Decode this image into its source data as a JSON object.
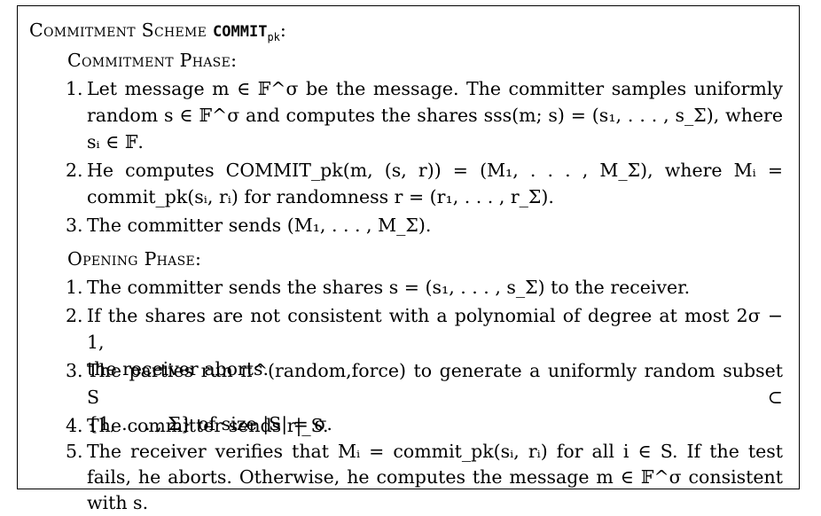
{
  "title": {
    "prefix": "Commitment Scheme ",
    "name": "COMMIT",
    "sub": "pk",
    "suffix": ":"
  },
  "commitment_phase": {
    "heading": "Commitment Phase:",
    "items": [
      {
        "num": "1.",
        "lines": [
          "Let message m ∈ 𝔽^σ be the message. The committer samples uniformly",
          "random s ∈ 𝔽^σ and computes the shares sss(m; s) = (s₁, . . . , s_Σ), where",
          "sᵢ ∈ 𝔽."
        ]
      },
      {
        "num": "2.",
        "lines": [
          "He computes COMMIT_pk(m, (s, r)) = (M₁, . . . , M_Σ), where Mᵢ =",
          "commit_pk(sᵢ, rᵢ) for randomness r = (r₁, . . . , r_Σ)."
        ]
      },
      {
        "num": "3.",
        "lines": [
          "The committer sends (M₁, . . . , M_Σ)."
        ]
      }
    ]
  },
  "opening_phase": {
    "heading": "Opening Phase:",
    "items": [
      {
        "num": "1.",
        "lines": [
          "The committer sends the shares s = (s₁, . . . , s_Σ) to the receiver."
        ]
      },
      {
        "num": "2.",
        "lines": [
          "If the shares are not consistent with a polynomial of degree at most 2σ − 1,",
          "the receiver aborts."
        ]
      },
      {
        "num": "3.",
        "lines": [
          "The parties run π^(random,force) to generate a uniformly random subset S ⊂",
          "{1, . . . , Σ} of size |S| = σ."
        ]
      },
      {
        "num": "4.",
        "lines": [
          "The committer sends r|_S."
        ]
      },
      {
        "num": "5.",
        "lines": [
          "The receiver verifies that Mᵢ = commit_pk(sᵢ, rᵢ) for all i ∈ S. If the test",
          "fails, he aborts. Otherwise, he computes the message m ∈ 𝔽^σ consistent",
          "with s."
        ]
      }
    ]
  }
}
